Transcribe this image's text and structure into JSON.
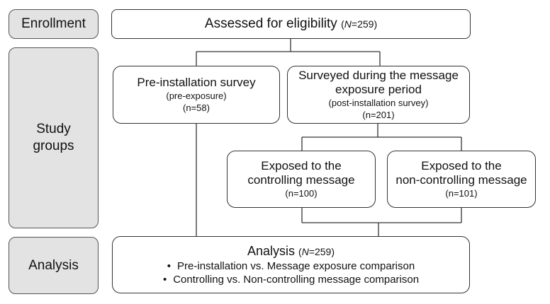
{
  "stages": {
    "enrollment": "Enrollment",
    "study_groups_line1": "Study",
    "study_groups_line2": "groups",
    "analysis": "Analysis"
  },
  "nodes": {
    "eligibility": {
      "text": "Assessed for eligibility",
      "n_italic": "N",
      "n_rest": "=259"
    },
    "pre_installation": {
      "title": "Pre-installation survey",
      "sub1": "(pre-exposure)",
      "sub2": "(n=58)"
    },
    "message_period": {
      "title1": "Surveyed during the message",
      "title2": "exposure period",
      "sub1": "(post-installation survey)",
      "sub2": "(n=201)"
    },
    "controlling": {
      "line1": "Exposed to the",
      "line2": "controlling message",
      "sub": "(n=100)"
    },
    "non_controlling": {
      "line1": "Exposed to the",
      "line2": "non-controlling message",
      "sub": "(n=101)"
    },
    "analysis": {
      "title": "Analysis",
      "n_italic": "N",
      "n_rest": "=259",
      "bullets": [
        "Pre-installation vs. Message exposure comparison",
        "Controlling vs. Non-controlling message comparison"
      ]
    }
  }
}
